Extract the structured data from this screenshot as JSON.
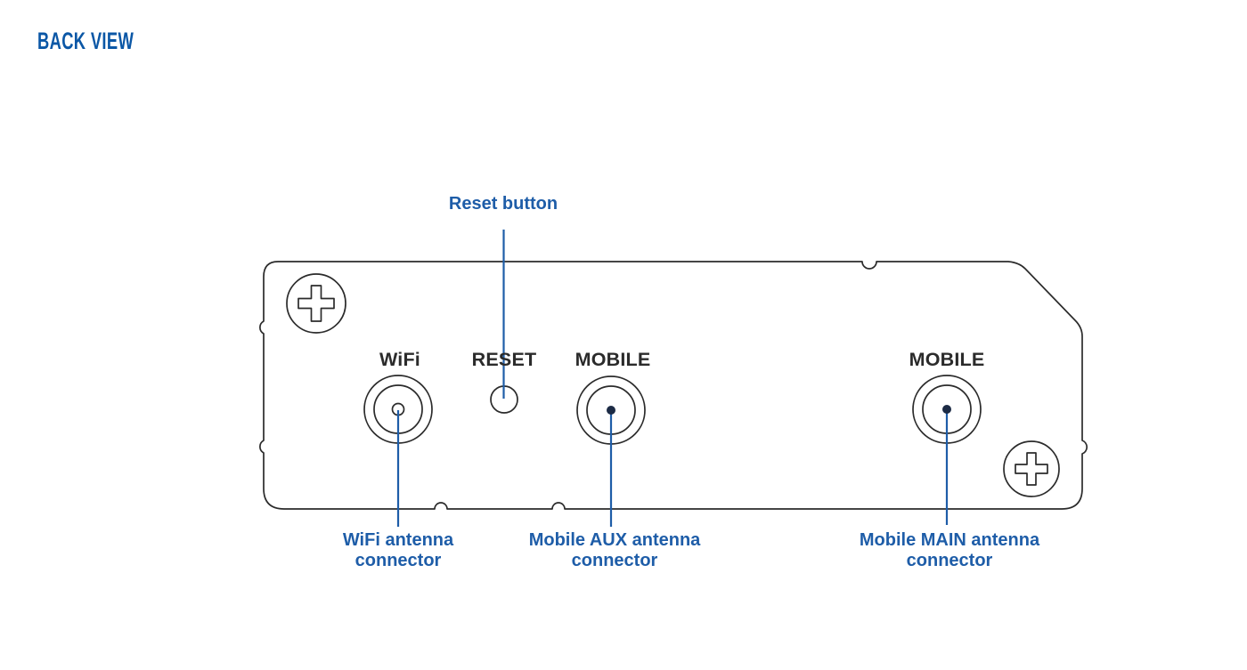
{
  "title": "BACK VIEW",
  "colors": {
    "title_blue": "#0b57a6",
    "callout_blue": "#1e5da8",
    "line_dark": "#2b2b2b",
    "connector_pin_dark": "#1c2b45",
    "background": "#ffffff"
  },
  "panel": {
    "wifi_label": "WiFi",
    "reset_label": "RESET",
    "mobile_aux_label": "MOBILE",
    "mobile_main_label": "MOBILE"
  },
  "callouts": {
    "reset": {
      "label": "Reset button"
    },
    "wifi": {
      "line1": "WiFi antenna",
      "line2": "connector"
    },
    "mobile_aux": {
      "line1": "Mobile AUX antenna",
      "line2": "connector"
    },
    "mobile_main": {
      "line1": "Mobile MAIN antenna",
      "line2": "connector"
    }
  }
}
